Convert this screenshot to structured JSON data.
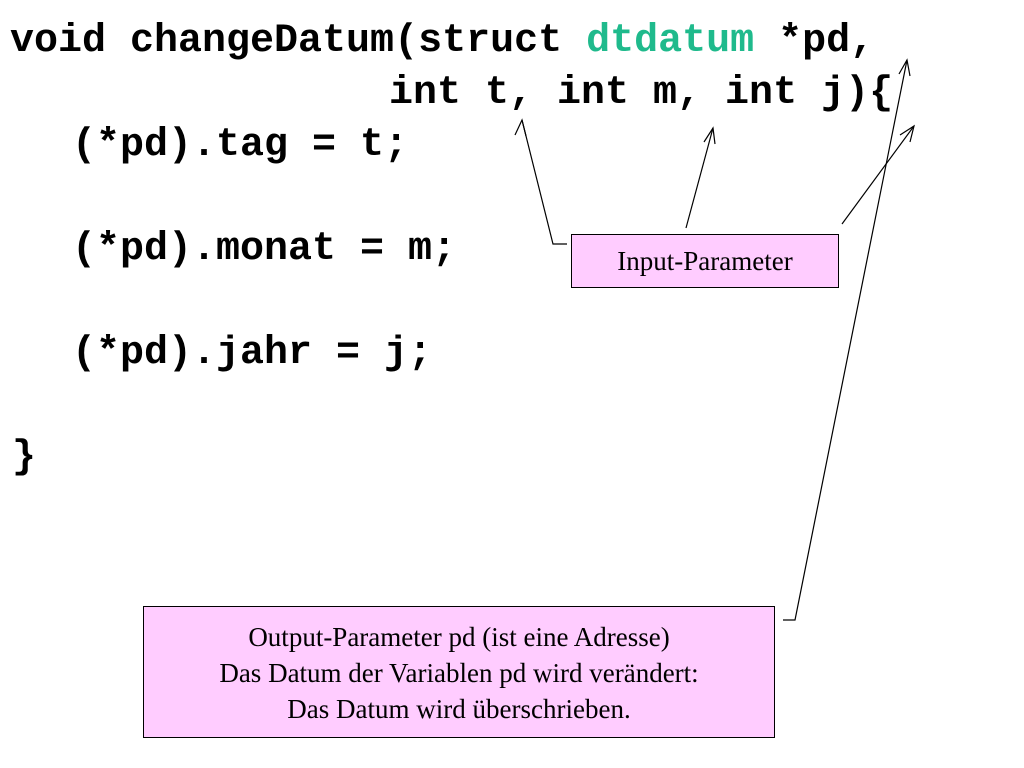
{
  "code": {
    "line1_prefix": "void changeDatum(struct ",
    "line1_type": "dtdatum",
    "line1_suffix": " *pd,",
    "line2": "int t, int m, int j){",
    "line3": "(*pd).tag = t;",
    "line4": "(*pd).monat = m;",
    "line5": "(*pd).jahr = j;",
    "line6": "}"
  },
  "callouts": {
    "input_label": "Input-Parameter",
    "output_lines": [
      "Output-Parameter pd (ist eine Adresse)",
      "Das Datum der Variablen pd wird verändert:",
      "Das Datum wird überschrieben."
    ]
  },
  "colors": {
    "type_keyword": "#1fba8c",
    "callout_fill": "#ffccff",
    "text": "#000000"
  }
}
